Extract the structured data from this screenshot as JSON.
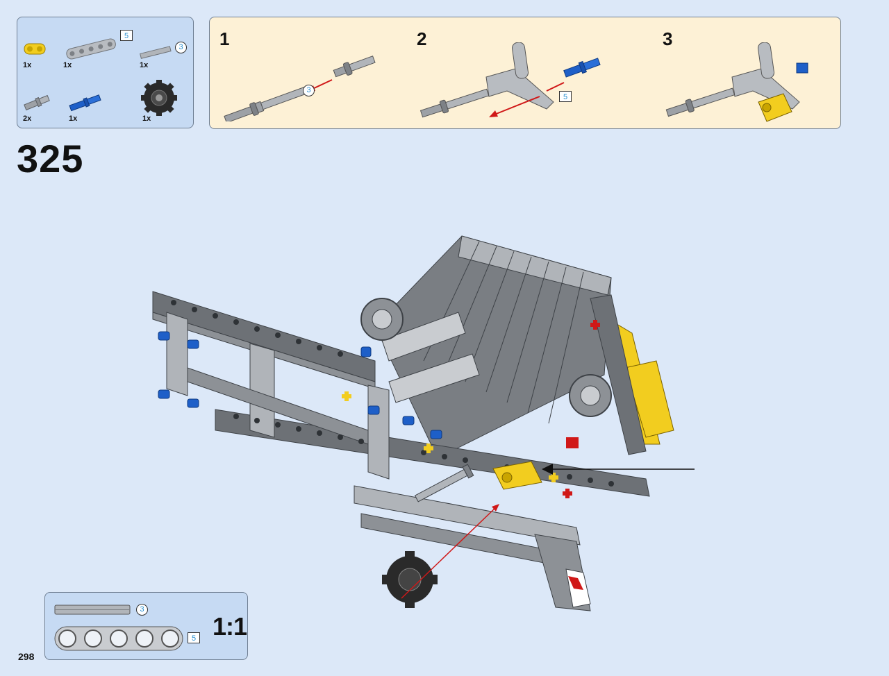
{
  "page": {
    "step_number": "325",
    "page_number": "298"
  },
  "parts_list": [
    {
      "name": "yellow-2L-beam",
      "qty": "1x"
    },
    {
      "name": "light-grey-5L-beam",
      "qty": "1x",
      "length": "5"
    },
    {
      "name": "grey-3L-axle",
      "qty": "1x",
      "length": "3"
    },
    {
      "name": "grey-axle-pin",
      "qty": "2x"
    },
    {
      "name": "blue-axle-pin",
      "qty": "1x"
    },
    {
      "name": "black-gear-hub",
      "qty": "1x"
    }
  ],
  "substeps": [
    {
      "number": "1",
      "callout": "3"
    },
    {
      "number": "2",
      "callout": "5"
    },
    {
      "number": "3"
    }
  ],
  "scale_reference": {
    "ratio": "1:1",
    "axle_length": "3",
    "beam_length": "5"
  },
  "colors": {
    "background": "#dce8f8",
    "parts_panel": "#c6daf3",
    "substep_panel": "#fdf1d6",
    "arrow_red": "#d01818",
    "lego_yellow": "#f2cd1f",
    "lego_blue": "#1e5fc8",
    "lego_grey": "#8d9196"
  }
}
